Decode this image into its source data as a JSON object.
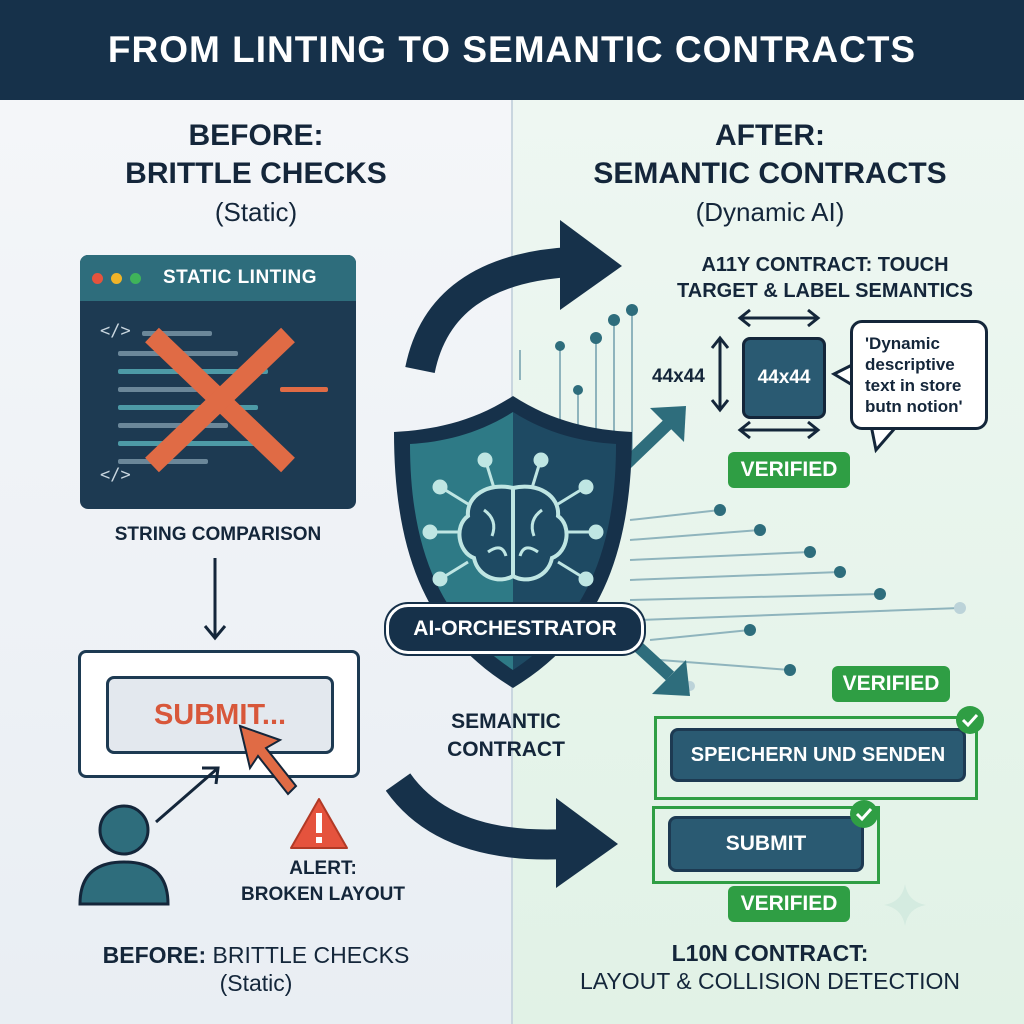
{
  "title": "FROM LINTING TO SEMANTIC CONTRACTS",
  "left": {
    "heading_line1": "BEFORE:",
    "heading_line2": "BRITTLE CHECKS",
    "heading_sub": "(Static)",
    "window_title": "STATIC LINTING",
    "code_open_tag": "</>",
    "code_close_tag": "</>",
    "string_comparison": "STRING COMPARISON",
    "submit_label": "SUBMIT...",
    "alert_line1": "ALERT:",
    "alert_line2": "BROKEN LAYOUT",
    "footer_line1_bold": "BEFORE:",
    "footer_line1_rest": " BRITTLE CHECKS",
    "footer_line2": "(Static)"
  },
  "center": {
    "orchestrator_label": "AI-ORCHESTRATOR",
    "semantic_line1": "SEMANTIC",
    "semantic_line2": "CONTRACT"
  },
  "right": {
    "heading_line1": "AFTER:",
    "heading_line2": "SEMANTIC CONTRACTS",
    "heading_sub": "(Dynamic AI)",
    "a11y_line1": "A11Y CONTRACT: TOUCH",
    "a11y_line2": "TARGET & LABEL SEMANTICS",
    "size_side_label": "44x44",
    "size_box_label": "44x44",
    "bubble_text": "'Dynamic descriptive text in store butn notion'",
    "verified_a11y": "VERIFIED",
    "verified_top": "VERIFIED",
    "german_button": "SPEICHERN UND SENDEN",
    "submit_button": "SUBMIT",
    "verified_bottom": "VERIFIED",
    "l10n_line1": "L10N CONTRACT:",
    "l10n_line2": "LAYOUT & COLLISION DETECTION"
  },
  "colors": {
    "navy": "#16314a",
    "teal": "#2e6d7c",
    "green": "#2f9e44",
    "red": "#d8573a"
  }
}
